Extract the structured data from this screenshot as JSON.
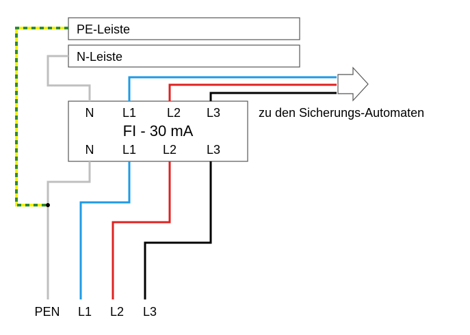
{
  "bars": {
    "pe_label": "PE-Leiste",
    "n_label": "N-Leiste"
  },
  "device": {
    "title": "FI - 30 mA",
    "top_terminals": [
      "N",
      "L1",
      "L2",
      "L3"
    ],
    "bottom_terminals": [
      "N",
      "L1",
      "L2",
      "L3"
    ]
  },
  "outputs_note": "zu den Sicherungs-Automaten",
  "supply_labels": [
    "PEN",
    "L1",
    "L2",
    "L3"
  ],
  "colors": {
    "pe_yellow": "#f2f20a",
    "pe_green": "#2f8a2f",
    "neutral": "#bfbfbf",
    "l1": "#1e9be6",
    "l2": "#e02020",
    "l3": "#000000",
    "outline": "#555555"
  }
}
